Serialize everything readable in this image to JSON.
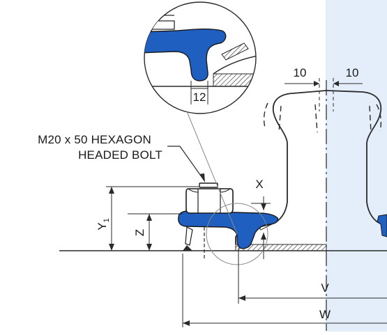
{
  "figure": {
    "bolt_callout": [
      "M20 x 50 HEXAGON",
      "HEADED BOLT"
    ],
    "detail_dimension": "12",
    "dim_left": "10",
    "dim_right": "10",
    "dim_x": "X",
    "dim_y1": "Y",
    "dim_y1_sub": "1",
    "dim_z": "Z",
    "dim_v": "V",
    "dim_w": "W"
  },
  "colors": {
    "clip_blue": "#1f5fc0",
    "panel_blue": "#e3eefa",
    "line": "#2a2a2a",
    "hatch": "#444444"
  }
}
